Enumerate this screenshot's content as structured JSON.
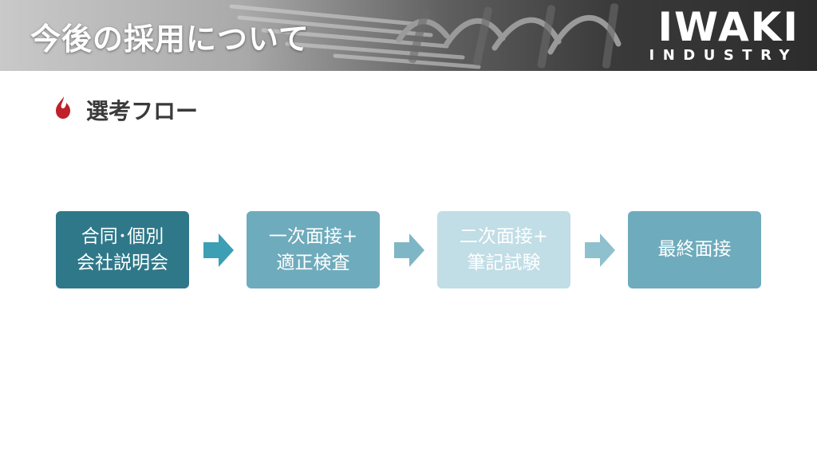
{
  "header": {
    "title": "今後の採用について",
    "logo_main": "IWAKI",
    "logo_sub": "INDUSTRY"
  },
  "section": {
    "title": "選考フロー",
    "bullet_color": "#c0202a"
  },
  "flow": {
    "steps": [
      {
        "label": "合同･個別\n会社説明会",
        "color": "#2f7889"
      },
      {
        "label": "一次面接+\n適正検査",
        "color": "#6eabbc"
      },
      {
        "label": "二次面接+\n筆記試験",
        "color": "#c1dde6"
      },
      {
        "label": "最終面接",
        "color": "#6eabbc"
      }
    ],
    "arrow_colors": [
      "#3c9fb3",
      "#7fb6c6",
      "#8fc0cd"
    ]
  }
}
